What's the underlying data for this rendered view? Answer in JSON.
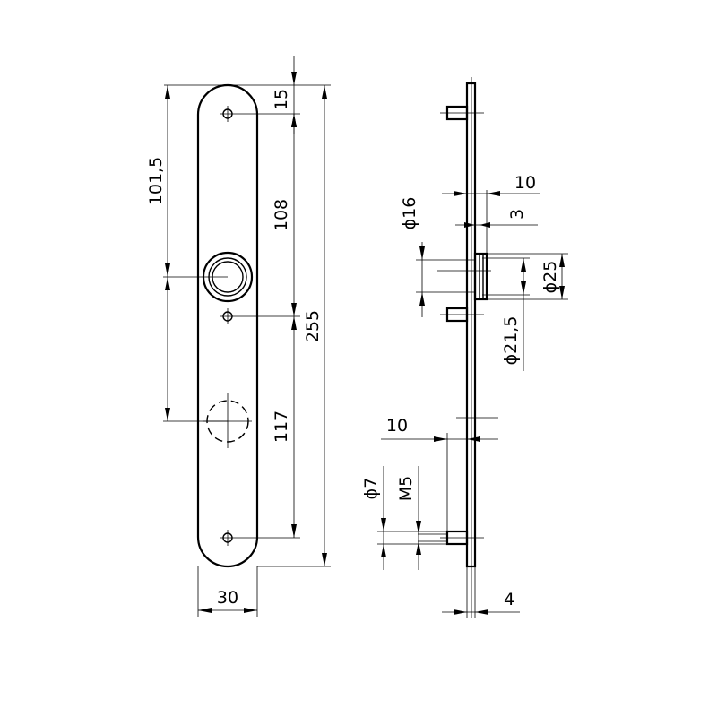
{
  "dimensions": {
    "top_margin": "15",
    "upper_height": "101,5",
    "hole_to_spindle": "108",
    "total_length": "255",
    "lower_spacing": "117",
    "width": "30",
    "rose_diameter": "ϕ16",
    "spindle_hub_diameter": "ϕ25",
    "inner_diameter": "ϕ21,5",
    "projection_top": "10",
    "step": "3",
    "projection_bottom": "10",
    "screw_hole_diameter": "ϕ7",
    "thread": "M5",
    "plate_thickness": "4"
  }
}
